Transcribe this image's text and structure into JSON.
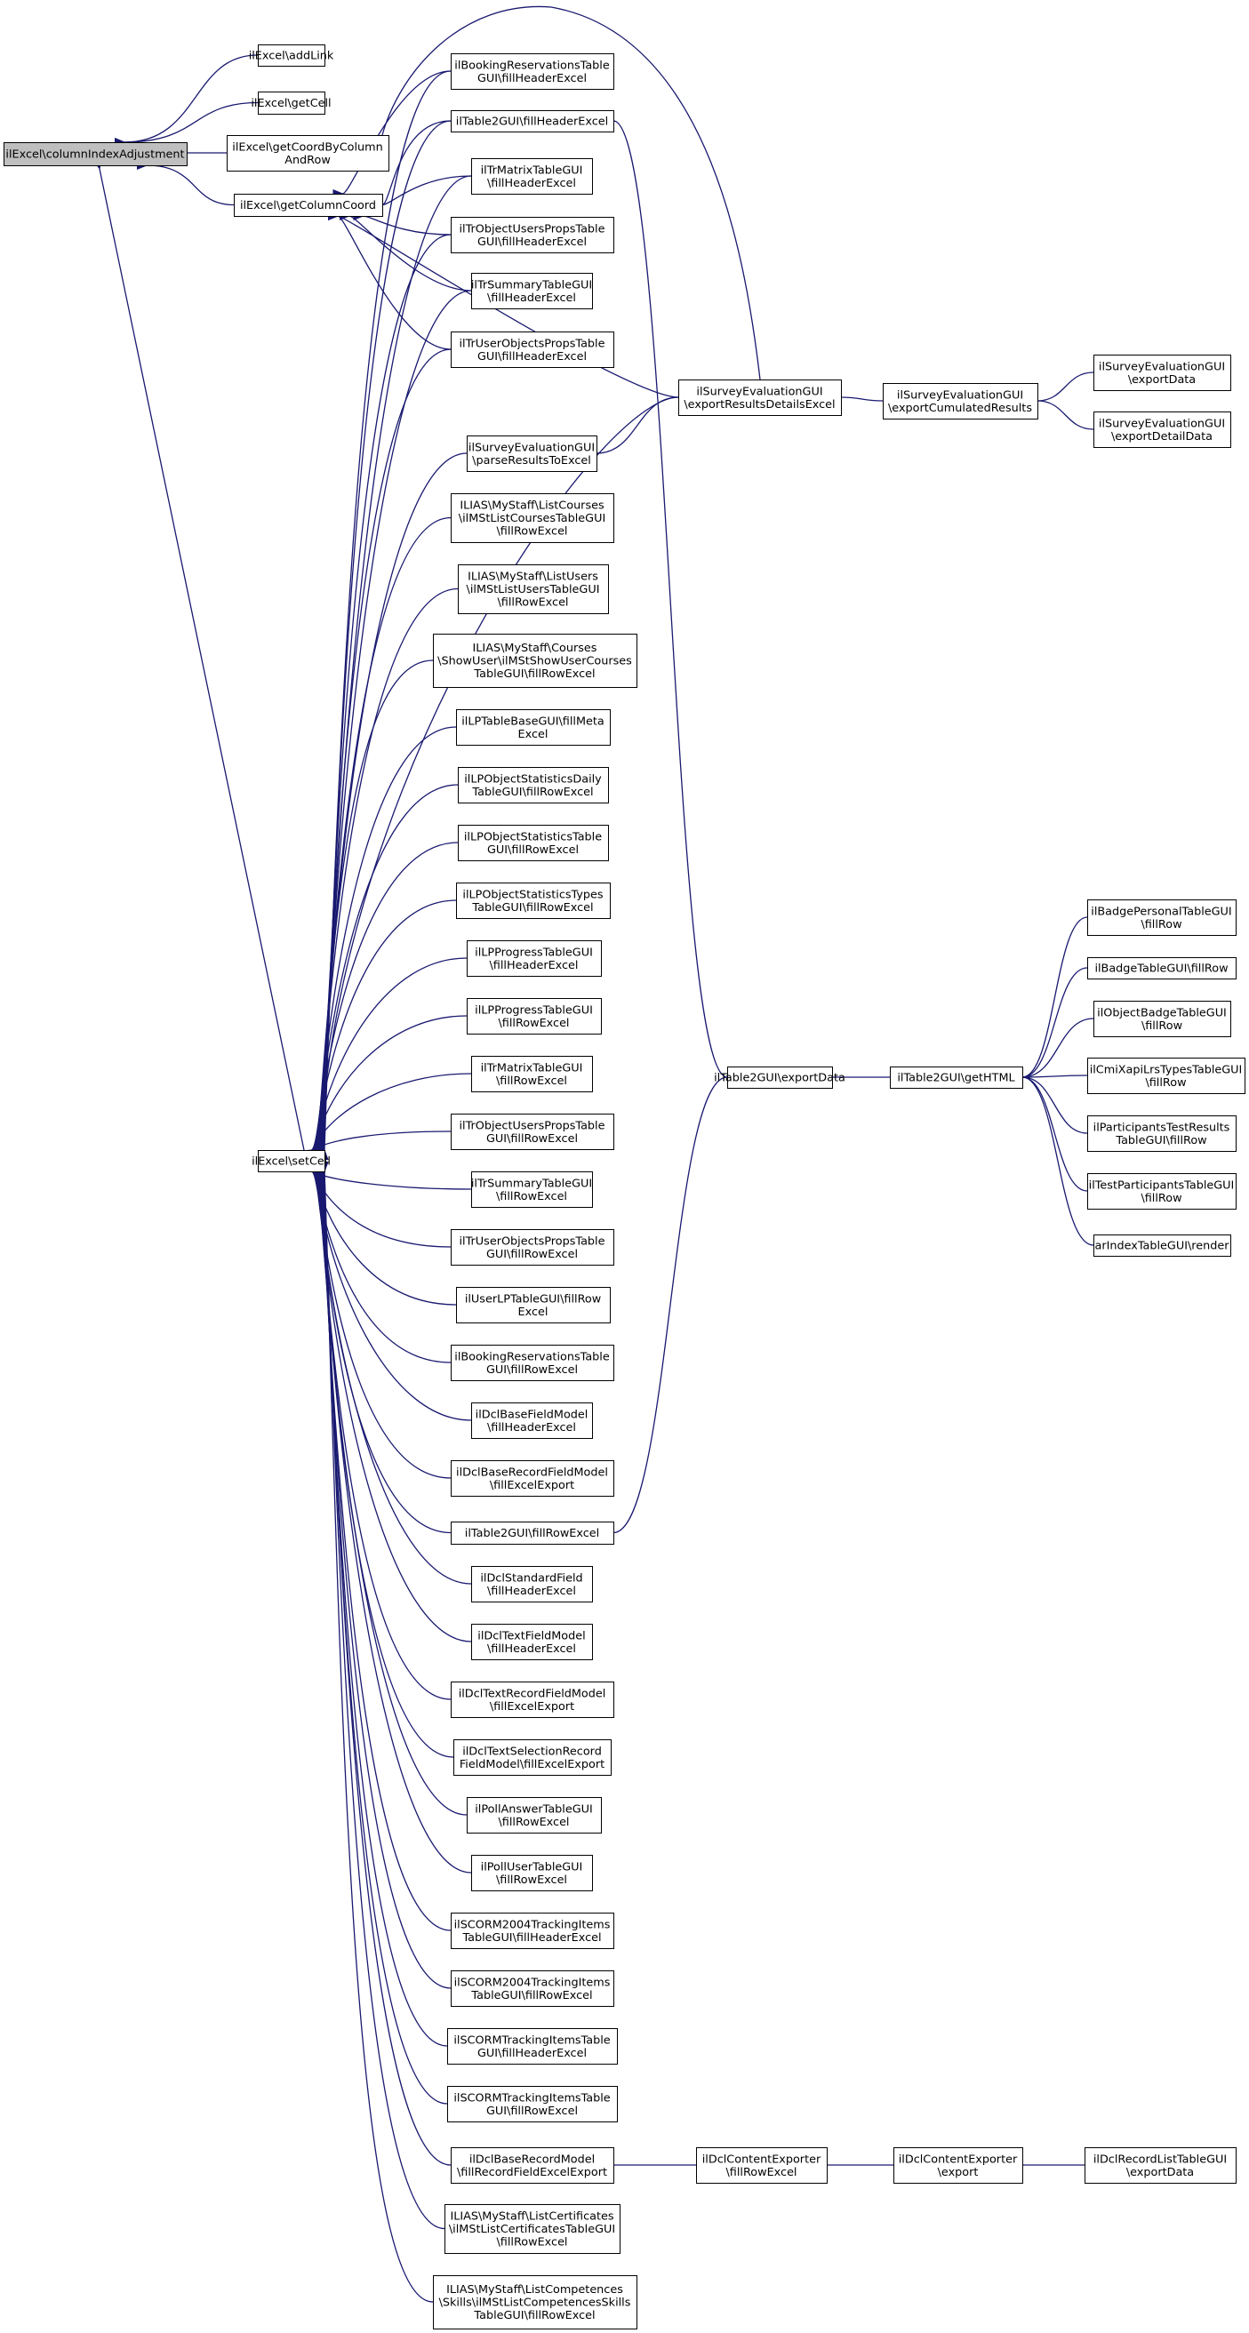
{
  "graph": {
    "root": "ilExcel\\columnIndexAdjustment",
    "colors": {
      "edge": "#191970",
      "root_fill": "#bfbfbf",
      "node_fill": "#ffffff",
      "node_border": "#000000"
    },
    "nodes": [
      {
        "id": "n_root",
        "lines": [
          "ilExcel\\columnIndexAdjustment"
        ],
        "root": true
      },
      {
        "id": "n_addlink",
        "lines": [
          "ilExcel\\addLink"
        ]
      },
      {
        "id": "n_getcell",
        "lines": [
          "ilExcel\\getCell"
        ]
      },
      {
        "id": "n_getcoordbycolrow",
        "lines": [
          "ilExcel\\getCoordByColumn",
          "AndRow"
        ]
      },
      {
        "id": "n_getcolcoord",
        "lines": [
          "ilExcel\\getColumnCoord"
        ]
      },
      {
        "id": "n_setcell",
        "lines": [
          "ilExcel\\setCell"
        ]
      },
      {
        "id": "n_bres_hdr",
        "lines": [
          "ilBookingReservationsTable",
          "GUI\\fillHeaderExcel"
        ]
      },
      {
        "id": "n_t2_hdr",
        "lines": [
          "ilTable2GUI\\fillHeaderExcel"
        ]
      },
      {
        "id": "n_trmatrix_hdr",
        "lines": [
          "ilTrMatrixTableGUI",
          "\\fillHeaderExcel"
        ]
      },
      {
        "id": "n_trobjprops_hdr",
        "lines": [
          "ilTrObjectUsersPropsTable",
          "GUI\\fillHeaderExcel"
        ]
      },
      {
        "id": "n_trsummary_hdr",
        "lines": [
          "ilTrSummaryTableGUI",
          "\\fillHeaderExcel"
        ]
      },
      {
        "id": "n_truserobj_hdr",
        "lines": [
          "ilTrUserObjectsPropsTable",
          "GUI\\fillHeaderExcel"
        ]
      },
      {
        "id": "n_surv_parse",
        "lines": [
          "ilSurveyEvaluationGUI",
          "\\parseResultsToExcel"
        ]
      },
      {
        "id": "n_ms_listcourses",
        "lines": [
          "ILIAS\\MyStaff\\ListCourses",
          "\\ilMStListCoursesTableGUI",
          "\\fillRowExcel"
        ]
      },
      {
        "id": "n_ms_listusers",
        "lines": [
          "ILIAS\\MyStaff\\ListUsers",
          "\\ilMStListUsersTableGUI",
          "\\fillRowExcel"
        ]
      },
      {
        "id": "n_ms_courses_show",
        "lines": [
          "ILIAS\\MyStaff\\Courses",
          "\\ShowUser\\ilMStShowUserCourses",
          "TableGUI\\fillRowExcel"
        ]
      },
      {
        "id": "n_lptablebase_meta",
        "lines": [
          "ilLPTableBaseGUI\\fillMeta",
          "Excel"
        ]
      },
      {
        "id": "n_lpobjstat_daily",
        "lines": [
          "ilLPObjectStatisticsDaily",
          "TableGUI\\fillRowExcel"
        ]
      },
      {
        "id": "n_lpobjstat_table",
        "lines": [
          "ilLPObjectStatisticsTable",
          "GUI\\fillRowExcel"
        ]
      },
      {
        "id": "n_lpobjstat_types",
        "lines": [
          "ilLPObjectStatisticsTypes",
          "TableGUI\\fillRowExcel"
        ]
      },
      {
        "id": "n_lpprog_hdr",
        "lines": [
          "ilLPProgressTableGUI",
          "\\fillHeaderExcel"
        ]
      },
      {
        "id": "n_lpprog_row",
        "lines": [
          "ilLPProgressTableGUI",
          "\\fillRowExcel"
        ]
      },
      {
        "id": "n_trmatrix_row",
        "lines": [
          "ilTrMatrixTableGUI",
          "\\fillRowExcel"
        ]
      },
      {
        "id": "n_trobjprops_row",
        "lines": [
          "ilTrObjectUsersPropsTable",
          "GUI\\fillRowExcel"
        ]
      },
      {
        "id": "n_trsummary_row",
        "lines": [
          "ilTrSummaryTableGUI",
          "\\fillRowExcel"
        ]
      },
      {
        "id": "n_truserobj_row",
        "lines": [
          "ilTrUserObjectsPropsTable",
          "GUI\\fillRowExcel"
        ]
      },
      {
        "id": "n_userlp_row",
        "lines": [
          "ilUserLPTableGUI\\fillRow",
          "Excel"
        ]
      },
      {
        "id": "n_bres_row",
        "lines": [
          "ilBookingReservationsTable",
          "GUI\\fillRowExcel"
        ]
      },
      {
        "id": "n_dclbase_hdr",
        "lines": [
          "ilDclBaseFieldModel",
          "\\fillHeaderExcel"
        ]
      },
      {
        "id": "n_dclbaserec_exp",
        "lines": [
          "ilDclBaseRecordFieldModel",
          "\\fillExcelExport"
        ]
      },
      {
        "id": "n_t2_row",
        "lines": [
          "ilTable2GUI\\fillRowExcel"
        ]
      },
      {
        "id": "n_dclstd_hdr",
        "lines": [
          "ilDclStandardField",
          "\\fillHeaderExcel"
        ]
      },
      {
        "id": "n_dcltext_hdr",
        "lines": [
          "ilDclTextFieldModel",
          "\\fillHeaderExcel"
        ]
      },
      {
        "id": "n_dcltextrec_exp",
        "lines": [
          "ilDclTextRecordFieldModel",
          "\\fillExcelExport"
        ]
      },
      {
        "id": "n_dcltextsel_exp",
        "lines": [
          "ilDclTextSelectionRecord",
          "FieldModel\\fillExcelExport"
        ]
      },
      {
        "id": "n_pollans_row",
        "lines": [
          "ilPollAnswerTableGUI",
          "\\fillRowExcel"
        ]
      },
      {
        "id": "n_polluser_row",
        "lines": [
          "ilPollUserTableGUI",
          "\\fillRowExcel"
        ]
      },
      {
        "id": "n_scorm2004_hdr",
        "lines": [
          "ilSCORM2004TrackingItems",
          "TableGUI\\fillHeaderExcel"
        ]
      },
      {
        "id": "n_scorm2004_row",
        "lines": [
          "ilSCORM2004TrackingItems",
          "TableGUI\\fillRowExcel"
        ]
      },
      {
        "id": "n_scorm_hdr",
        "lines": [
          "ilSCORMTrackingItemsTable",
          "GUI\\fillHeaderExcel"
        ]
      },
      {
        "id": "n_scorm_row",
        "lines": [
          "ilSCORMTrackingItemsTable",
          "GUI\\fillRowExcel"
        ]
      },
      {
        "id": "n_dclbaserecmodel",
        "lines": [
          "ilDclBaseRecordModel",
          "\\fillRecordFieldExcelExport"
        ]
      },
      {
        "id": "n_ms_listcerts",
        "lines": [
          "ILIAS\\MyStaff\\ListCertificates",
          "\\ilMStListCertificatesTableGUI",
          "\\fillRowExcel"
        ]
      },
      {
        "id": "n_ms_listcomp",
        "lines": [
          "ILIAS\\MyStaff\\ListCompetences",
          "\\Skills\\ilMStListCompetencesSkills",
          "TableGUI\\fillRowExcel"
        ]
      },
      {
        "id": "n_surv_details",
        "lines": [
          "ilSurveyEvaluationGUI",
          "\\exportResultsDetailsExcel"
        ]
      },
      {
        "id": "n_surv_cumulated",
        "lines": [
          "ilSurveyEvaluationGUI",
          "\\exportCumulatedResults"
        ]
      },
      {
        "id": "n_surv_exportdata",
        "lines": [
          "ilSurveyEvaluationGUI",
          "\\exportData"
        ]
      },
      {
        "id": "n_surv_exportdetail",
        "lines": [
          "ilSurveyEvaluationGUI",
          "\\exportDetailData"
        ]
      },
      {
        "id": "n_t2_exportdata",
        "lines": [
          "ilTable2GUI\\exportData"
        ]
      },
      {
        "id": "n_t2_gethtml",
        "lines": [
          "ilTable2GUI\\getHTML"
        ]
      },
      {
        "id": "n_badgepersonal",
        "lines": [
          "ilBadgePersonalTableGUI",
          "\\fillRow"
        ]
      },
      {
        "id": "n_badgetable",
        "lines": [
          "ilBadgeTableGUI\\fillRow"
        ]
      },
      {
        "id": "n_objbadge",
        "lines": [
          "ilObjectBadgeTableGUI",
          "\\fillRow"
        ]
      },
      {
        "id": "n_cmixapi",
        "lines": [
          "ilCmiXapiLrsTypesTableGUI",
          "\\fillRow"
        ]
      },
      {
        "id": "n_participants",
        "lines": [
          "ilParticipantsTestResults",
          "TableGUI\\fillRow"
        ]
      },
      {
        "id": "n_testparticipants",
        "lines": [
          "ilTestParticipantsTableGUI",
          "\\fillRow"
        ]
      },
      {
        "id": "n_arindex",
        "lines": [
          "arIndexTableGUI\\render"
        ]
      },
      {
        "id": "n_dclcontent_row",
        "lines": [
          "ilDclContentExporter",
          "\\fillRowExcel"
        ]
      },
      {
        "id": "n_dclcontent_export",
        "lines": [
          "ilDclContentExporter",
          "\\export"
        ]
      },
      {
        "id": "n_dclrecordlist",
        "lines": [
          "ilDclRecordListTableGUI",
          "\\exportData"
        ]
      }
    ],
    "edges": [
      [
        "n_root",
        "n_addlink"
      ],
      [
        "n_root",
        "n_getcell"
      ],
      [
        "n_root",
        "n_getcoordbycolrow"
      ],
      [
        "n_root",
        "n_getcolcoord"
      ],
      [
        "n_root",
        "n_setcell"
      ],
      [
        "n_getcolcoord",
        "n_bres_hdr"
      ],
      [
        "n_getcolcoord",
        "n_t2_hdr"
      ],
      [
        "n_getcolcoord",
        "n_trmatrix_hdr"
      ],
      [
        "n_getcolcoord",
        "n_trobjprops_hdr"
      ],
      [
        "n_getcolcoord",
        "n_trsummary_hdr"
      ],
      [
        "n_getcolcoord",
        "n_truserobj_hdr"
      ],
      [
        "n_getcolcoord",
        "n_surv_details"
      ],
      [
        "n_setcell",
        "n_bres_hdr"
      ],
      [
        "n_setcell",
        "n_t2_hdr"
      ],
      [
        "n_setcell",
        "n_trmatrix_hdr"
      ],
      [
        "n_setcell",
        "n_trobjprops_hdr"
      ],
      [
        "n_setcell",
        "n_trsummary_hdr"
      ],
      [
        "n_setcell",
        "n_truserobj_hdr"
      ],
      [
        "n_setcell",
        "n_surv_details"
      ],
      [
        "n_setcell",
        "n_surv_parse"
      ],
      [
        "n_setcell",
        "n_ms_listcourses"
      ],
      [
        "n_setcell",
        "n_ms_listusers"
      ],
      [
        "n_setcell",
        "n_ms_courses_show"
      ],
      [
        "n_setcell",
        "n_lptablebase_meta"
      ],
      [
        "n_setcell",
        "n_lpobjstat_daily"
      ],
      [
        "n_setcell",
        "n_lpobjstat_table"
      ],
      [
        "n_setcell",
        "n_lpobjstat_types"
      ],
      [
        "n_setcell",
        "n_lpprog_hdr"
      ],
      [
        "n_setcell",
        "n_lpprog_row"
      ],
      [
        "n_setcell",
        "n_trmatrix_row"
      ],
      [
        "n_setcell",
        "n_trobjprops_row"
      ],
      [
        "n_setcell",
        "n_trsummary_row"
      ],
      [
        "n_setcell",
        "n_truserobj_row"
      ],
      [
        "n_setcell",
        "n_userlp_row"
      ],
      [
        "n_setcell",
        "n_bres_row"
      ],
      [
        "n_setcell",
        "n_dclbase_hdr"
      ],
      [
        "n_setcell",
        "n_dclbaserec_exp"
      ],
      [
        "n_setcell",
        "n_t2_row"
      ],
      [
        "n_setcell",
        "n_dclstd_hdr"
      ],
      [
        "n_setcell",
        "n_dcltext_hdr"
      ],
      [
        "n_setcell",
        "n_dcltextrec_exp"
      ],
      [
        "n_setcell",
        "n_dcltextsel_exp"
      ],
      [
        "n_setcell",
        "n_pollans_row"
      ],
      [
        "n_setcell",
        "n_polluser_row"
      ],
      [
        "n_setcell",
        "n_scorm2004_hdr"
      ],
      [
        "n_setcell",
        "n_scorm2004_row"
      ],
      [
        "n_setcell",
        "n_scorm_hdr"
      ],
      [
        "n_setcell",
        "n_scorm_row"
      ],
      [
        "n_setcell",
        "n_dclbaserecmodel"
      ],
      [
        "n_setcell",
        "n_ms_listcerts"
      ],
      [
        "n_setcell",
        "n_ms_listcomp"
      ],
      [
        "n_surv_parse",
        "n_surv_details"
      ],
      [
        "n_surv_details",
        "n_surv_cumulated"
      ],
      [
        "n_surv_cumulated",
        "n_surv_exportdata"
      ],
      [
        "n_surv_cumulated",
        "n_surv_exportdetail"
      ],
      [
        "n_t2_hdr",
        "n_t2_exportdata"
      ],
      [
        "n_t2_row",
        "n_t2_exportdata"
      ],
      [
        "n_t2_exportdata",
        "n_t2_gethtml"
      ],
      [
        "n_t2_gethtml",
        "n_badgepersonal"
      ],
      [
        "n_t2_gethtml",
        "n_badgetable"
      ],
      [
        "n_t2_gethtml",
        "n_objbadge"
      ],
      [
        "n_t2_gethtml",
        "n_cmixapi"
      ],
      [
        "n_t2_gethtml",
        "n_participants"
      ],
      [
        "n_t2_gethtml",
        "n_testparticipants"
      ],
      [
        "n_t2_gethtml",
        "n_arindex"
      ],
      [
        "n_dclbaserecmodel",
        "n_dclcontent_row"
      ],
      [
        "n_dclcontent_row",
        "n_dclcontent_export"
      ],
      [
        "n_dclcontent_export",
        "n_dclrecordlist"
      ]
    ]
  }
}
